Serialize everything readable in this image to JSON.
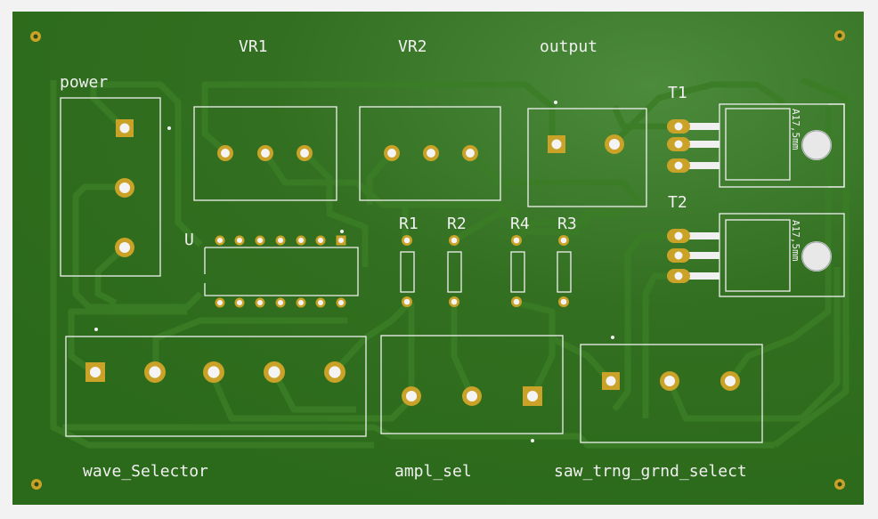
{
  "board": {
    "substrate_color": "#2f6b1e",
    "trace_color": "#3a7a24",
    "silk_color": "#f0f0f0",
    "pad_color": "#c9a227"
  },
  "labels": {
    "power": "power",
    "vr1": "VR1",
    "vr2": "VR2",
    "output": "output",
    "t1": "T1",
    "t2": "T2",
    "u": "U",
    "r1": "R1",
    "r2": "R2",
    "r4": "R4",
    "r3": "R3",
    "wave_selector": "wave_Selector",
    "ampl_sel": "ampl_sel",
    "saw_select": "saw_trng_grnd_select",
    "heatsink_1": "A17,5mm",
    "heatsink_2": "A17,5mm"
  }
}
